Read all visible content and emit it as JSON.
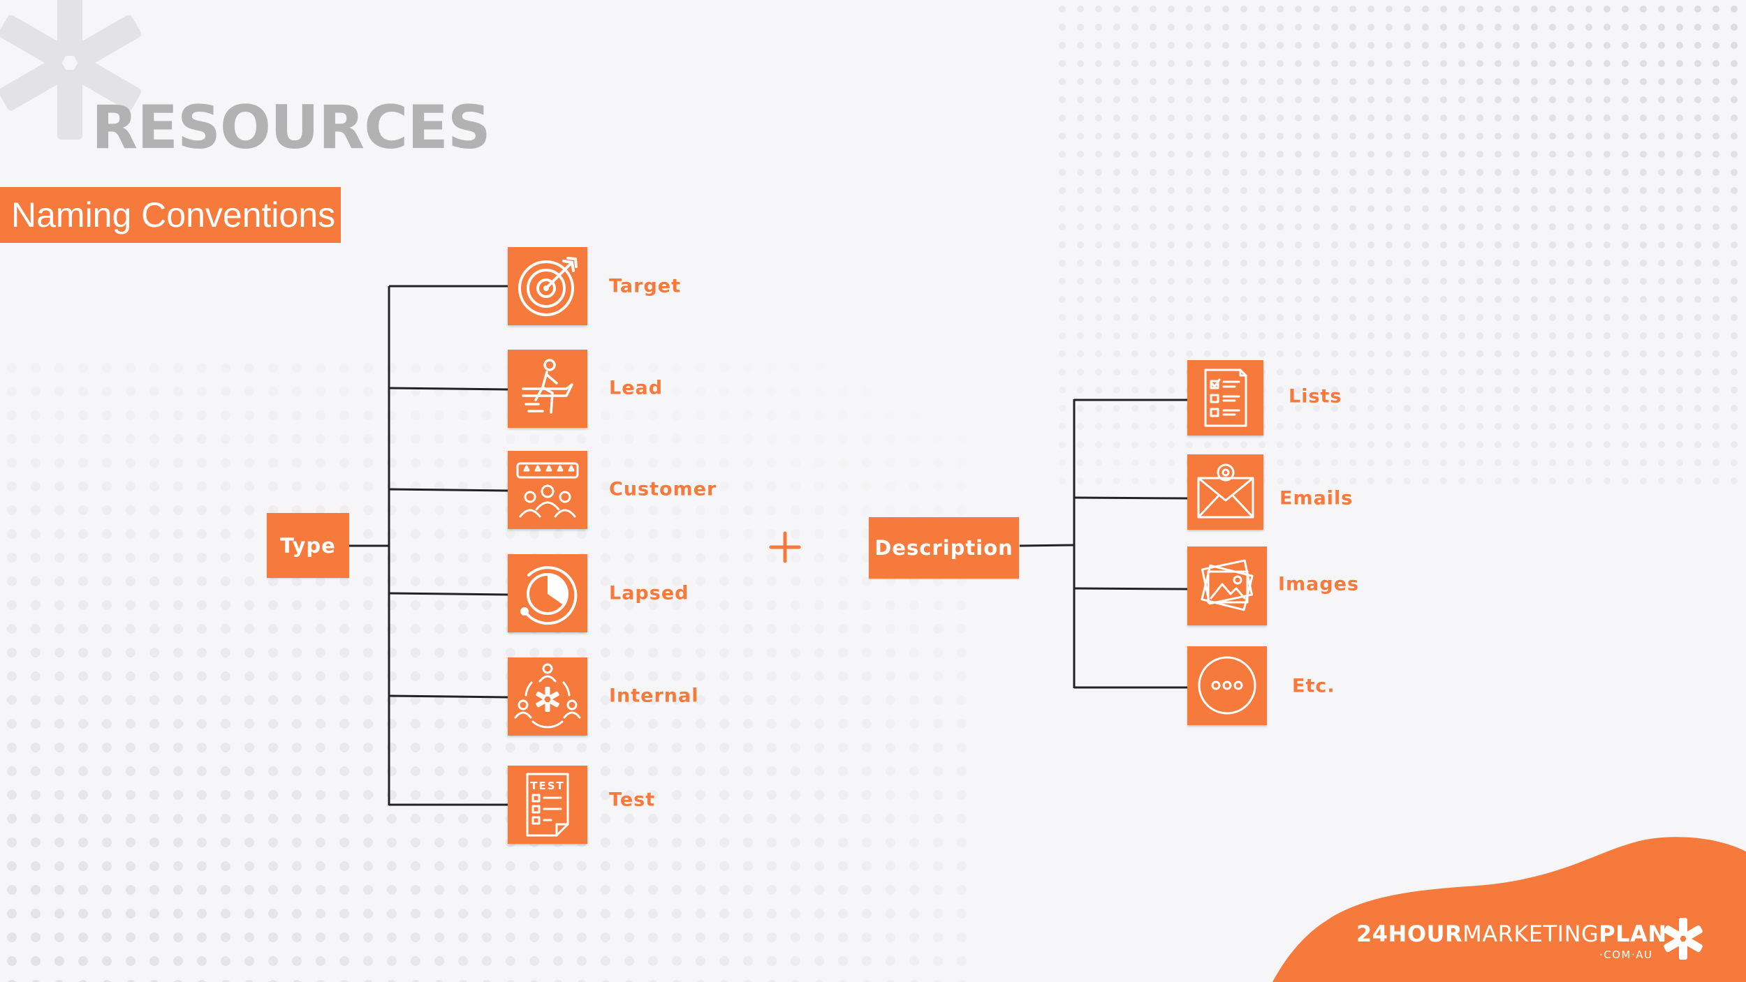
{
  "heading": "RESOURCES",
  "subtitle": "Naming Conventions",
  "type_box": "Type",
  "description_box": "Description",
  "plus_sign": "+",
  "type_items": [
    {
      "label": "Target",
      "icon": "target-icon"
    },
    {
      "label": "Lead",
      "icon": "runner-breaking-tape-icon"
    },
    {
      "label": "Customer",
      "icon": "customer-rating-icon"
    },
    {
      "label": "Lapsed",
      "icon": "lapsed-cycle-icon"
    },
    {
      "label": "Internal",
      "icon": "internal-team-icon"
    },
    {
      "label": "Test",
      "icon": "test-checklist-icon",
      "tile_text": "TEST"
    }
  ],
  "description_items": [
    {
      "label": "Lists",
      "icon": "checklist-icon"
    },
    {
      "label": "Emails",
      "icon": "email-envelope-icon"
    },
    {
      "label": "Images",
      "icon": "images-stack-icon"
    },
    {
      "label": "Etc.",
      "icon": "more-dots-icon"
    }
  ],
  "logo": {
    "part_bold_1": "24HOUR",
    "part_light": "MARKETING",
    "part_bold_2": "PLAN",
    "domain": "·COM·AU"
  },
  "colors": {
    "accent": "#f57a3c",
    "heading_gray": "#b2b2b2",
    "background": "#f6f6f8",
    "connector": "#222222"
  }
}
